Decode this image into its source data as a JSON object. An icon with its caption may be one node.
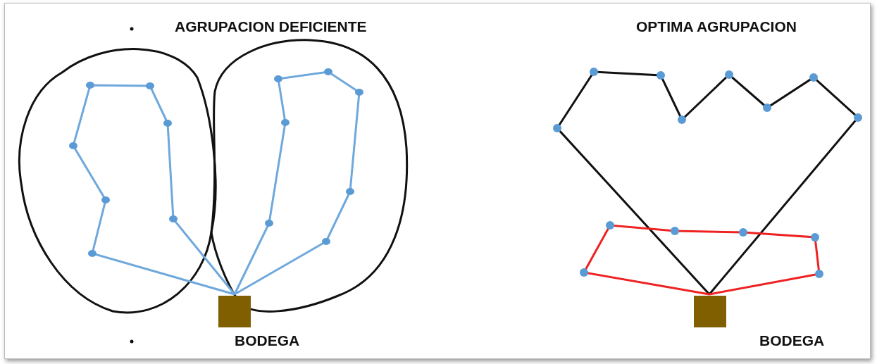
{
  "diagram": {
    "labels": [
      "AGRUPACION DEFICIENTE",
      "OPTIMA AGRUPACION",
      "BODEGA",
      "BODEGA"
    ]
  }
}
